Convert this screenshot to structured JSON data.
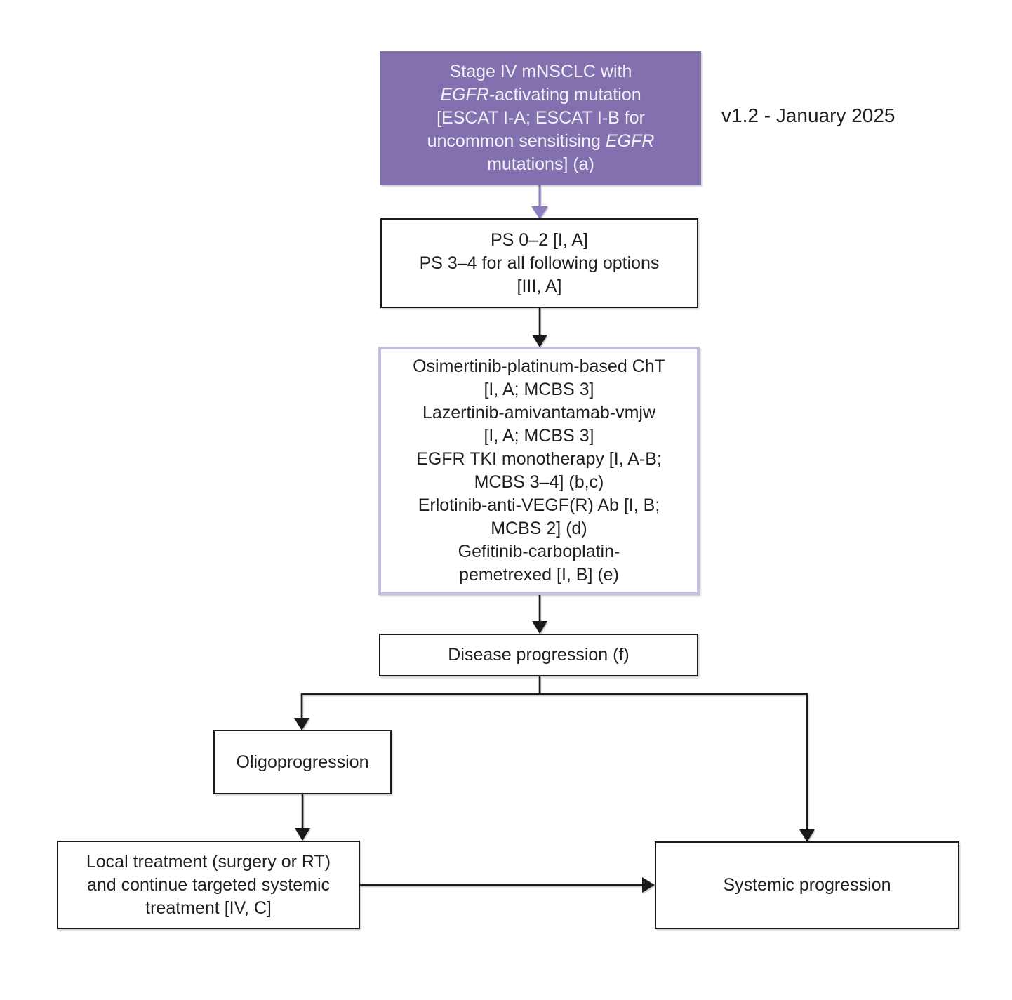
{
  "version_label": "v1.2 - January 2025",
  "colors": {
    "purple_fill": "#8270af",
    "purple_arrow": "#8d7cc0",
    "lavender_border": "#c7bde1",
    "line_color": "#1a1a1a",
    "box_bg": "#ffffff",
    "text_color": "#1f1f1f",
    "title_text_color": "#f3f0fa"
  },
  "nodes": {
    "start": {
      "lines_rich": [
        [
          {
            "t": "Stage IV mNSCLC with"
          }
        ],
        [
          {
            "t": "EGFR",
            "italic": true
          },
          {
            "t": "-activating mutation"
          }
        ],
        [
          {
            "t": "[ESCAT I-A; ESCAT I-B for"
          }
        ],
        [
          {
            "t": "uncommon sensitising "
          },
          {
            "t": "EGFR",
            "italic": true
          }
        ],
        [
          {
            "t": "mutations] (a)"
          }
        ]
      ]
    },
    "performance_status": {
      "lines": [
        "PS 0–2 [I, A]",
        "PS 3–4 for all following options",
        "[III, A]"
      ]
    },
    "treatment_options": {
      "lines": [
        "Osimertinib-platinum-based ChT",
        "[I, A; MCBS 3]",
        "Lazertinib-amivantamab-vmjw",
        "[I, A; MCBS 3]",
        "EGFR TKI monotherapy [I, A-B;",
        "MCBS 3–4] (b,c)",
        "Erlotinib-anti-VEGF(R) Ab [I, B;",
        "MCBS 2] (d)",
        "Gefitinib-carboplatin-",
        "pemetrexed [I, B] (e)"
      ]
    },
    "disease_progression": {
      "label": "Disease progression (f)"
    },
    "oligoprogression": {
      "label": "Oligoprogression"
    },
    "local_treatment": {
      "lines": [
        "Local treatment (surgery or RT)",
        "and continue targeted systemic",
        "treatment [IV, C]"
      ]
    },
    "systemic_progression": {
      "label": "Systemic progression"
    }
  }
}
